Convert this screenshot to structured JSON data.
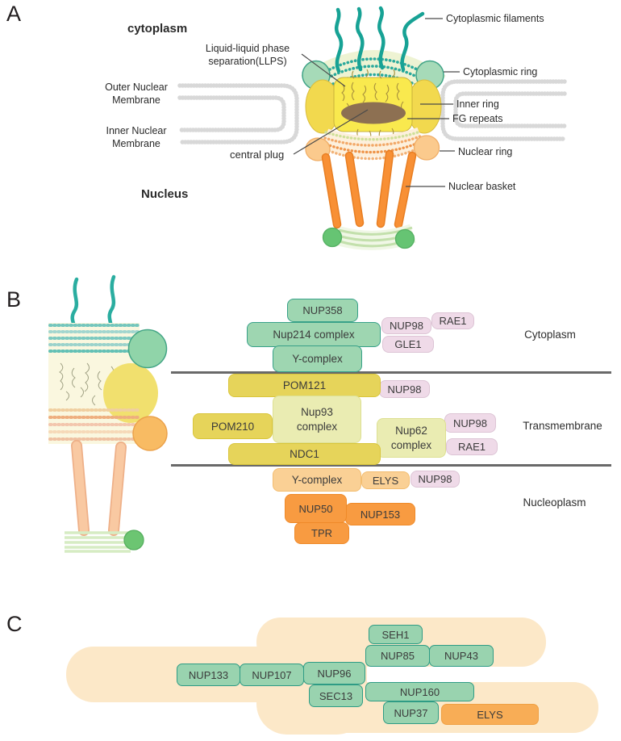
{
  "panelA": {
    "panel_letter": "A",
    "labels": {
      "cytoplasm": "cytoplasm",
      "llps": "Liquid-liquid phase\nseparation(LLPS)",
      "outer_membrane": "Outer Nuclear\nMembrane",
      "inner_membrane": "Inner Nuclear\nMembrane",
      "central_plug": "central plug",
      "nucleus": "Nucleus",
      "cytoplasmic_filaments": "Cytoplasmic filaments",
      "cytoplasmic_ring": "Cytoplasmic ring",
      "inner_ring": "Inner ring",
      "fg_repeats": "FG repeats",
      "nuclear_ring": "Nuclear ring",
      "nuclear_basket": "Nuclear basket"
    }
  },
  "panelB": {
    "panel_letter": "B",
    "regions": {
      "cytoplasm": "Cytoplasm",
      "transmembrane": "Transmembrane",
      "nucleoplasm": "Nucleoplasm"
    },
    "boxes": {
      "nup358": "NUP358",
      "nup214_complex": "Nup214 complex",
      "nup98_cyto": "NUP98",
      "rae1_cyto": "RAE1",
      "gle1": "GLE1",
      "y_complex_cyto": "Y-complex",
      "pom121": "POM121",
      "nup98_pom121": "NUP98",
      "pom210": "POM210",
      "nup93_complex": "Nup93\ncomplex",
      "nup62_complex": "Nup62\ncomplex",
      "nup98_nup62": "NUP98",
      "rae1_nup62": "RAE1",
      "ndc1": "NDC1",
      "y_complex_nucleo": "Y-complex",
      "elys": "ELYS",
      "nup98_nucleo": "NUP98",
      "nup50": "NUP50",
      "nup153": "NUP153",
      "tpr": "TPR"
    }
  },
  "panelC": {
    "panel_letter": "C",
    "boxes": {
      "seh1": "SEH1",
      "nup85": "NUP85",
      "nup43": "NUP43",
      "nup133": "NUP133",
      "nup107": "NUP107",
      "nup96": "NUP96",
      "sec13": "SEC13",
      "nup160": "NUP160",
      "nup37": "NUP37",
      "elys": "ELYS"
    }
  },
  "colors": {
    "teal_filament": "#17a295",
    "green_box": "#9ed6b1",
    "green_box_border": "#38a189",
    "pink_box": "#efdae8",
    "yellow_box": "#e6d45a",
    "light_yellow_box": "#eaecb2",
    "light_orange_box": "#fad095",
    "orange_box": "#f89b41",
    "peach_blob": "#fce8c8",
    "panelc_green": "#99d3af",
    "panelc_elys": "#f8ad56",
    "membrane_gray": "#d8d8d8",
    "divider_gray": "#696969",
    "plug_brown": "#8d7052",
    "inner_ring_yellow": "#f2d94e",
    "central_yellow": "#f9e94e"
  }
}
